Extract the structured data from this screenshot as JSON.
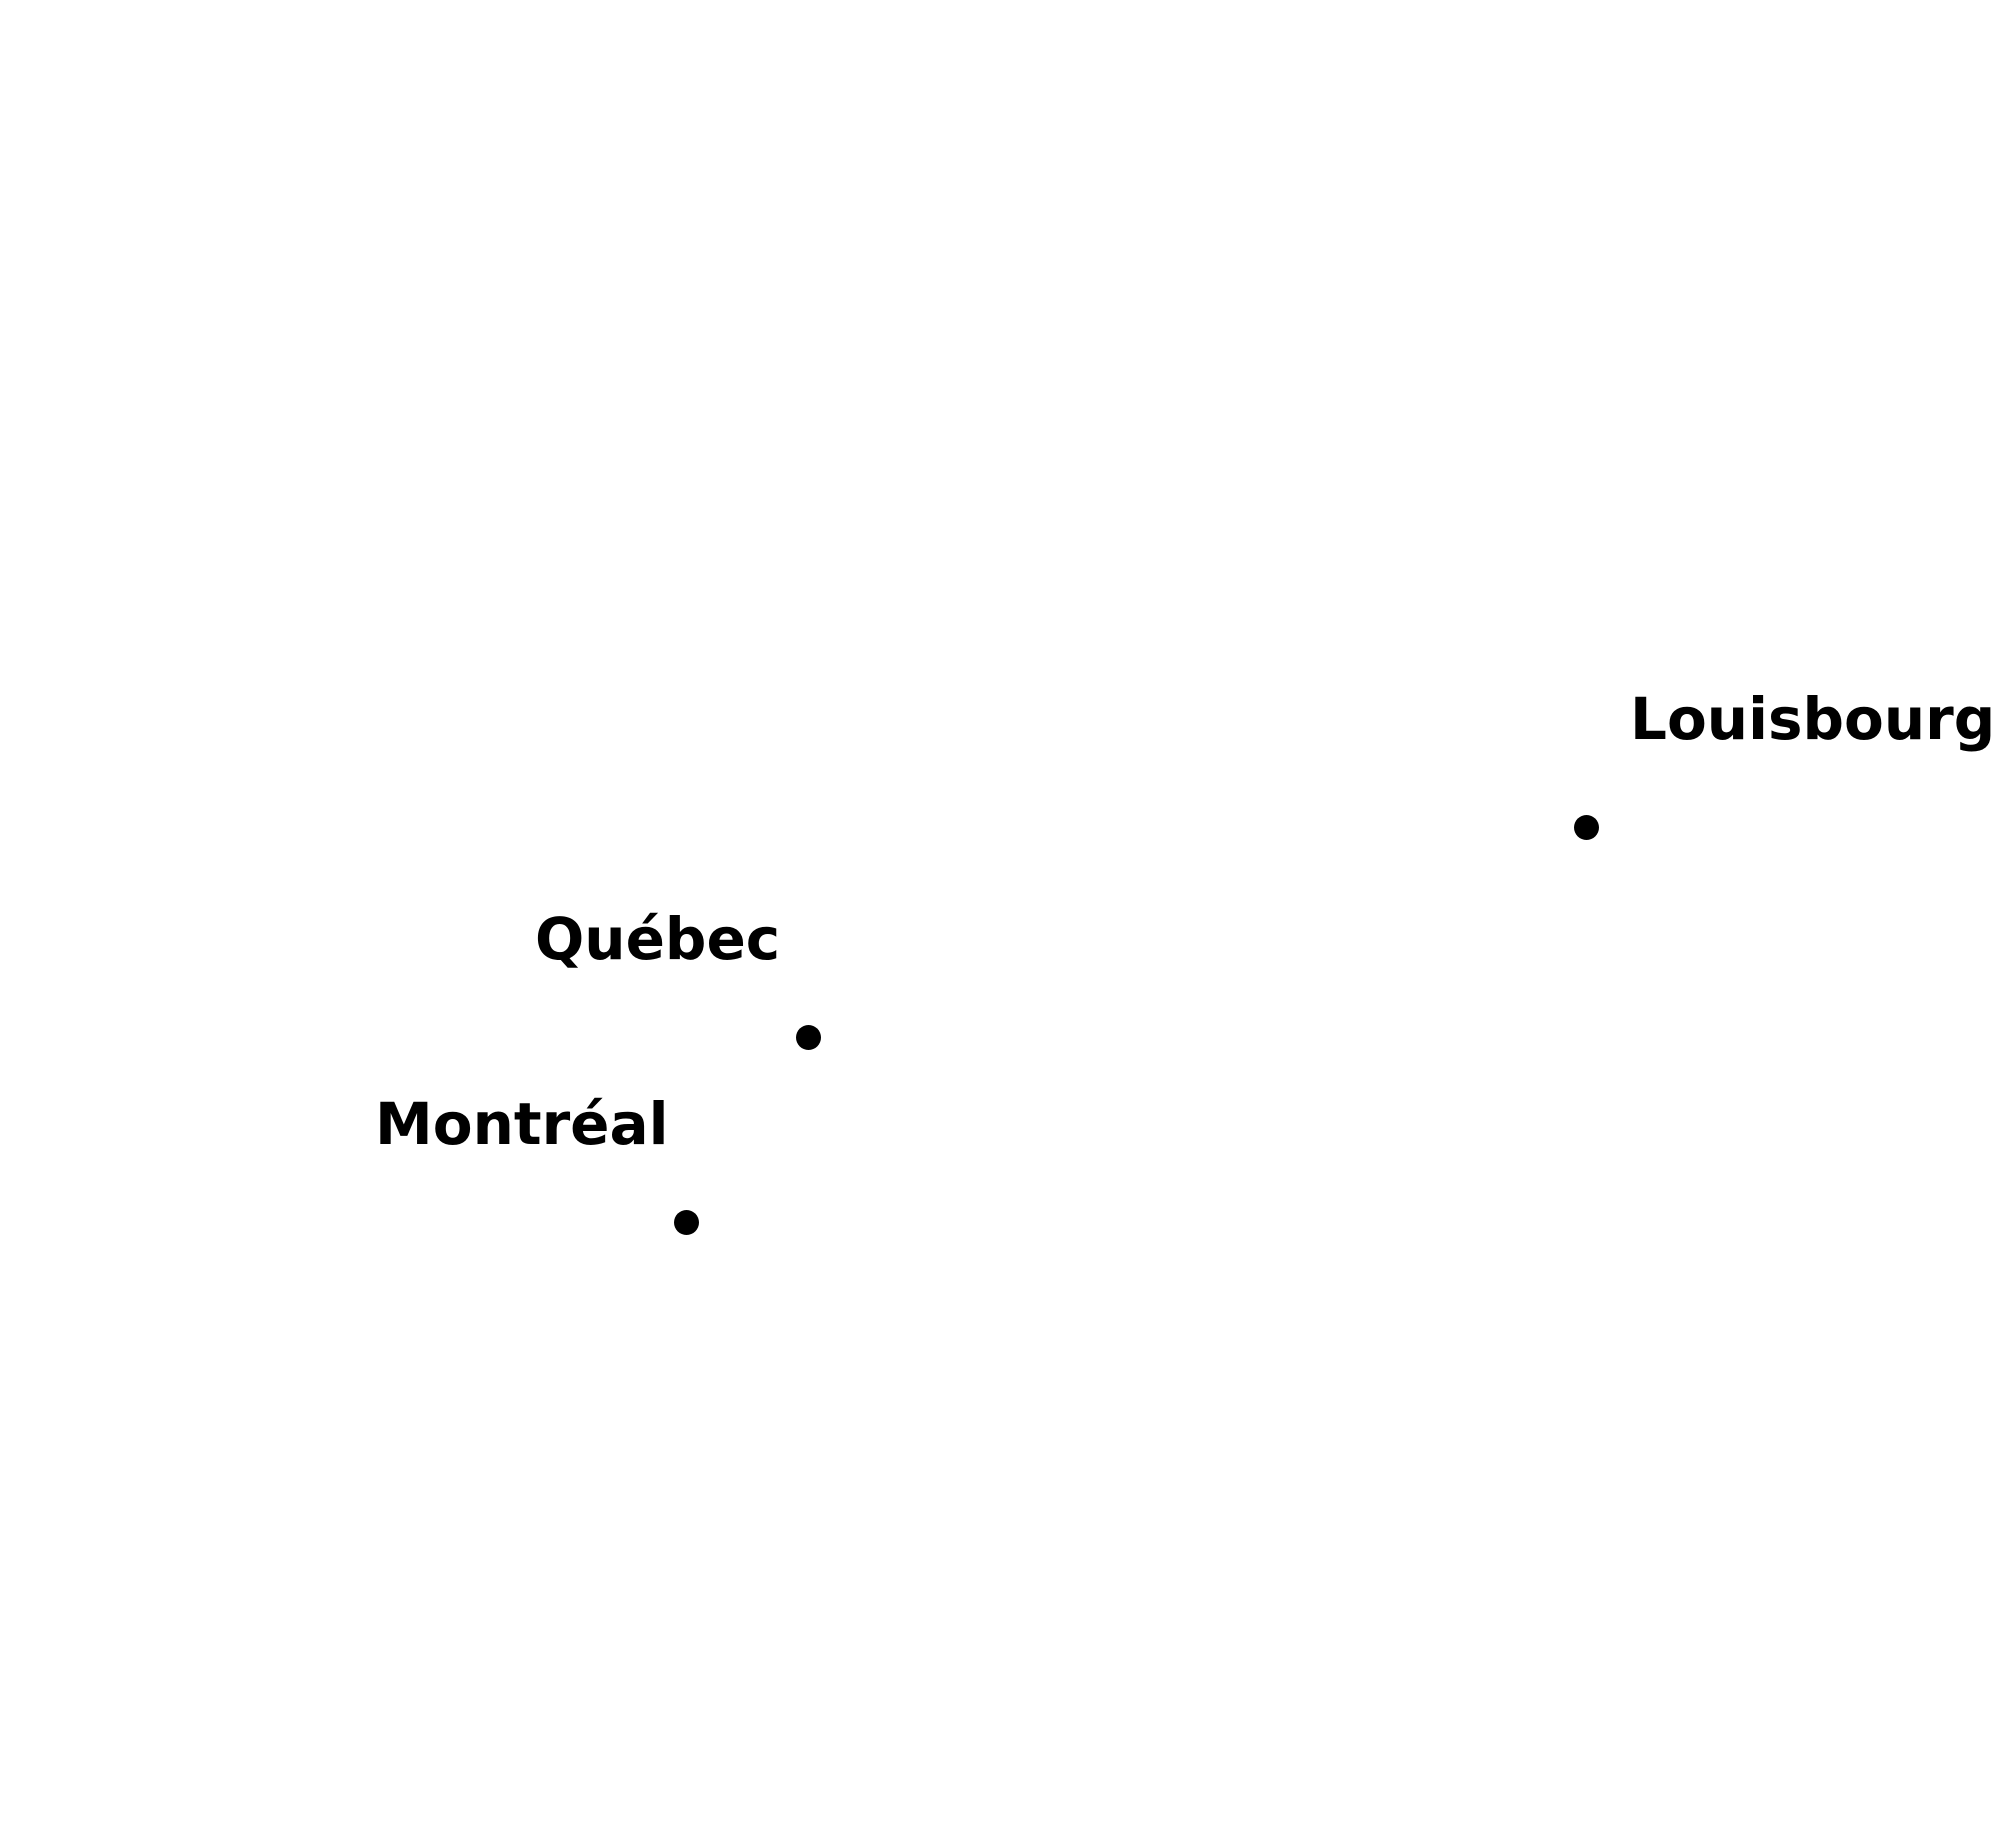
{
  "map": {
    "colors": {
      "background": "#ffffff",
      "marker": "#000000",
      "label": "#000000"
    },
    "places": [
      {
        "name": "Louisbourg",
        "marker_icon": "dot-icon"
      },
      {
        "name": "Québec",
        "marker_icon": "dot-icon"
      },
      {
        "name": "Montréal",
        "marker_icon": "dot-icon"
      }
    ]
  }
}
